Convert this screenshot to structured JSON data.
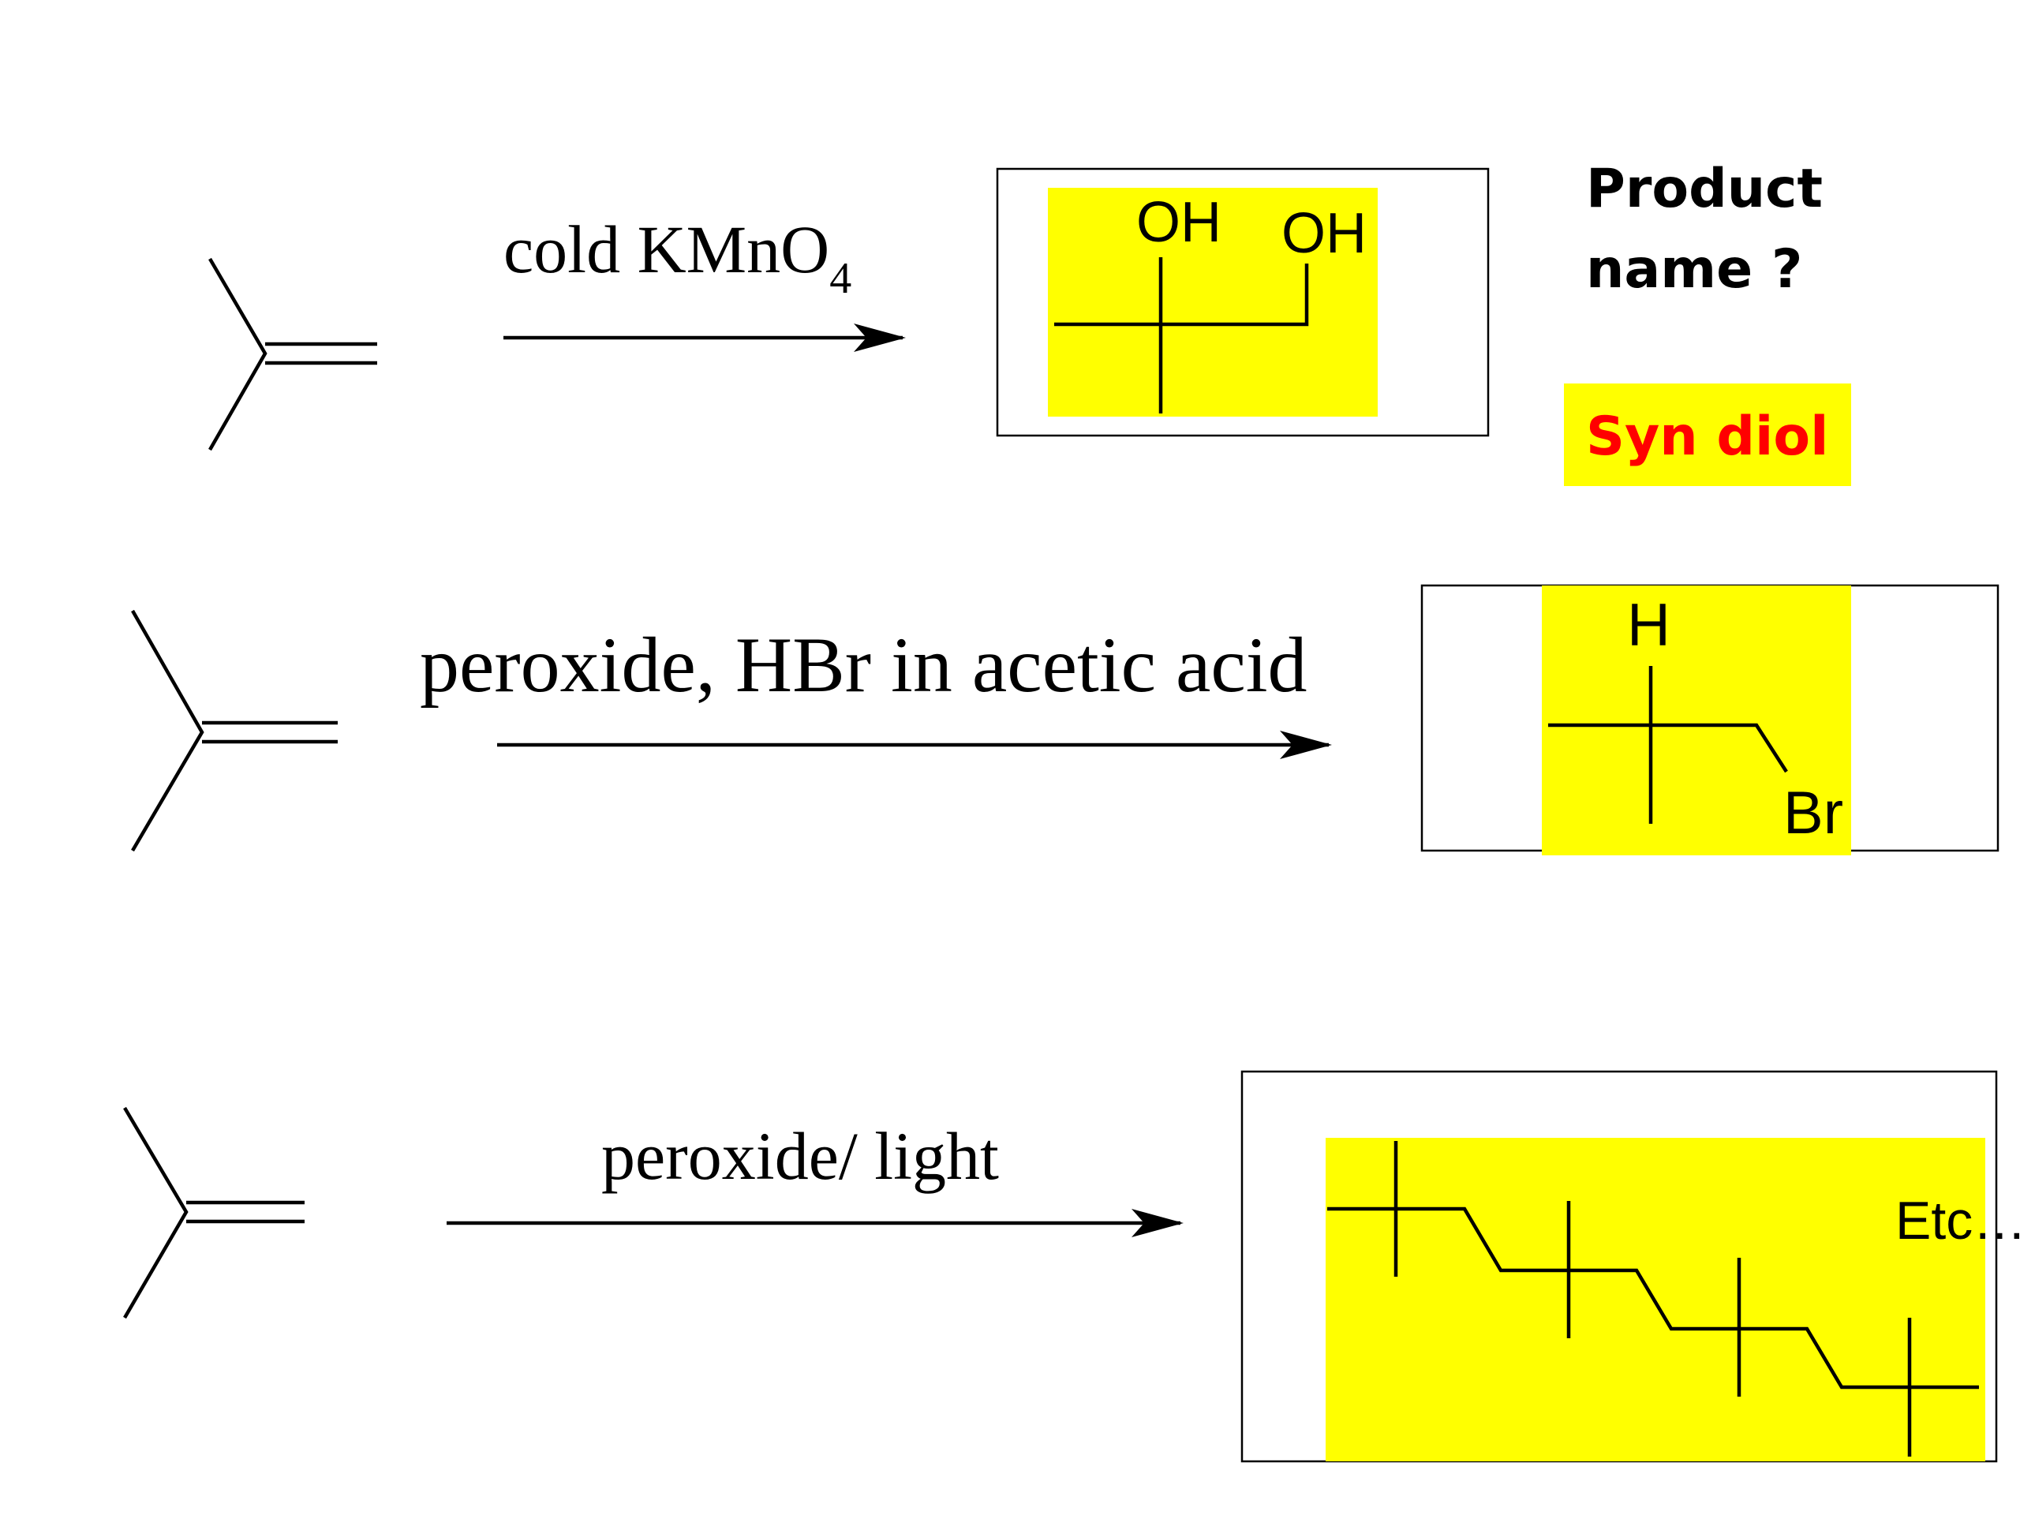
{
  "reactions": [
    {
      "reagent": "cold KMnO",
      "reagent_subscript": "4",
      "product_labels": [
        "OH",
        "OH"
      ]
    },
    {
      "reagent": "peroxide, HBr in acetic acid",
      "product_labels": [
        "H",
        "Br"
      ]
    },
    {
      "reagent": "peroxide/ light",
      "product_labels": [
        "Etc…"
      ]
    }
  ],
  "question": {
    "line1": "Product",
    "line2": "name ?"
  },
  "answer": {
    "text": "Syn diol",
    "text_color": "#ff0000",
    "highlight_color": "#ffff00"
  },
  "colors": {
    "highlight": "#ffff00",
    "ink": "#000000"
  }
}
